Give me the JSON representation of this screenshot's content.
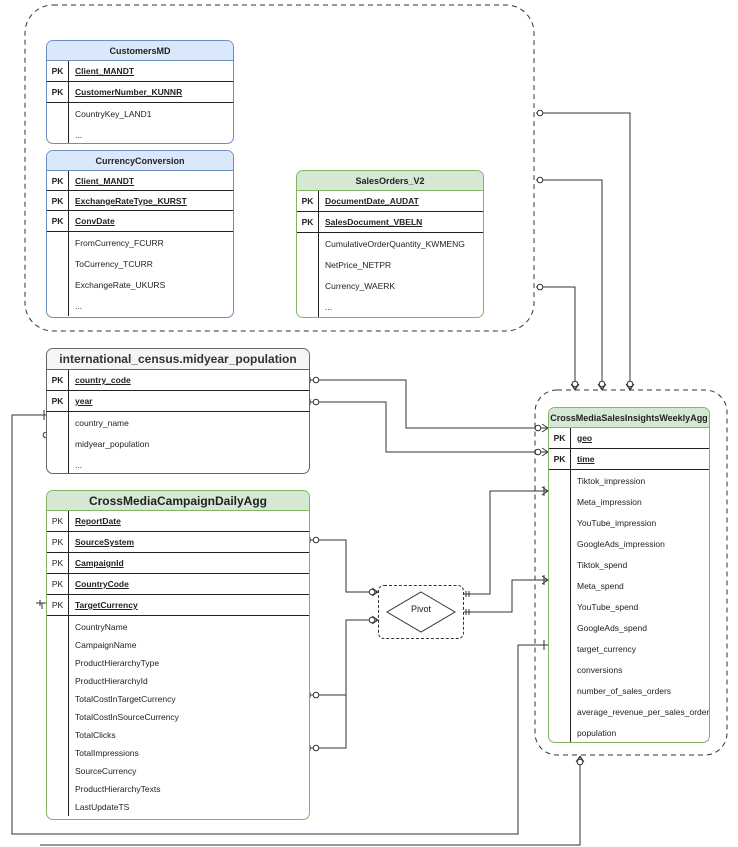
{
  "entities": {
    "customers": {
      "title": "CustomersMD",
      "keys": [
        {
          "tag": "PK",
          "name": "Client_MANDT"
        },
        {
          "tag": "PK",
          "name": "CustomerNumber_KUNNR"
        }
      ],
      "attrs": [
        "CountryKey_LAND1",
        "..."
      ]
    },
    "currency": {
      "title": "CurrencyConversion",
      "keys": [
        {
          "tag": "PK",
          "name": "Client_MANDT"
        },
        {
          "tag": "PK",
          "name": "ExchangeRateType_KURST"
        },
        {
          "tag": "PK",
          "name": "ConvDate"
        }
      ],
      "attrs": [
        "FromCurrency_FCURR",
        "ToCurrency_TCURR",
        "ExchangeRate_UKURS",
        "..."
      ]
    },
    "sales": {
      "title": "SalesOrders_V2",
      "keys": [
        {
          "tag": "PK",
          "name": "DocumentDate_AUDAT"
        },
        {
          "tag": "PK",
          "name": "SalesDocument_VBELN"
        }
      ],
      "attrs": [
        "CumulativeOrderQuantity_KWMENG",
        "NetPrice_NETPR",
        "Currency_WAERK",
        "..."
      ]
    },
    "census": {
      "title": "international_census.midyear_population",
      "keys": [
        {
          "tag": "PK",
          "name": "country_code"
        },
        {
          "tag": "PK",
          "name": "year"
        }
      ],
      "attrs": [
        "country_name",
        "midyear_population",
        "..."
      ]
    },
    "campaign": {
      "title": "CrossMediaCampaignDailyAgg",
      "keys": [
        {
          "tag": "PK",
          "name": "ReportDate"
        },
        {
          "tag": "PK",
          "name": "SourceSystem"
        },
        {
          "tag": "PK",
          "name": "CampaignId"
        },
        {
          "tag": "PK",
          "name": "CountryCode"
        },
        {
          "tag": "PK",
          "name": "TargetCurrency"
        }
      ],
      "attrs": [
        "CountryName",
        "CampaignName",
        "ProductHierarchyType",
        "ProductHierarchyId",
        "TotalCostInTargetCurrency",
        "TotalCostInSourceCurrency",
        "TotalClicks",
        "TotalImpressions",
        "SourceCurrency",
        "ProductHierarchyTexts",
        "LastUpdateTS"
      ]
    },
    "insights": {
      "title": "CrossMediaSalesInsightsWeeklyAgg",
      "keys": [
        {
          "tag": "PK",
          "name": "geo"
        },
        {
          "tag": "PK",
          "name": "time"
        }
      ],
      "attrs": [
        "Tiktok_impression",
        "Meta_impression",
        "YouTube_impression",
        "GoogleAds_impression",
        "Tiktok_spend",
        "Meta_spend",
        "YouTube_spend",
        "GoogleAds_spend",
        "target_currency",
        "conversions",
        "number_of_sales_orders",
        "average_revenue_per_sales_order",
        "population"
      ]
    }
  },
  "pivot": {
    "label": "Pivot"
  },
  "colors": {
    "blue_header": "#dae8fc",
    "blue_border": "#6c8ebf",
    "green_header": "#d5e8d4",
    "green_border": "#82b366",
    "gray_header": "#f5f5f5"
  }
}
